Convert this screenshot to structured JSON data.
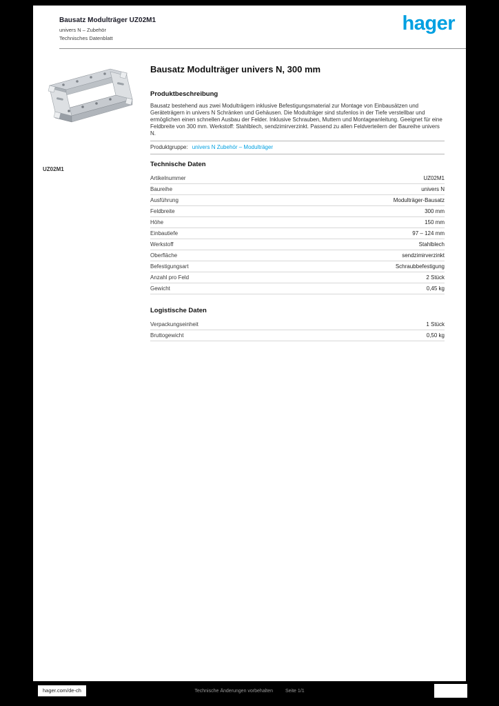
{
  "colors": {
    "brand": "#00a0e1",
    "paper": "#ffffff",
    "background": "#000000"
  },
  "header": {
    "line1": "Bausatz Modulträger UZ02M1",
    "line2": "univers N – Zubehör",
    "line3": "Technisches Datenblatt",
    "logo": "hager"
  },
  "photo": {
    "caption": "UZ02M1"
  },
  "main": {
    "title": "Bausatz Modulträger univers N, 300 mm",
    "description_heading": "Produktbeschreibung",
    "description": "Bausatz bestehend aus zwei Modulträgern inklusive Befestigungsmaterial zur Montage von Einbausätzen und Geräteträgern in univers N Schränken und Gehäusen. Die Modulträger sind stufenlos in der Tiefe verstellbar und ermöglichen einen schnellen Ausbau der Felder. Inklusive Schrauben, Muttern und Montageanleitung. Geeignet für eine Feldbreite von 300 mm. Werkstoff: Stahlblech, sendzimirverzinkt. Passend zu allen Feldverteilern der Baureihe univers N.",
    "link_label": "Produktgruppe:",
    "link_value": "univers N Zubehör – Modulträger",
    "tech_heading": "Technische Daten",
    "tech_rows": [
      {
        "label": "Artikelnummer",
        "value": "UZ02M1"
      },
      {
        "label": "Baureihe",
        "value": "univers N"
      },
      {
        "label": "Ausführung",
        "value": "Modulträger-Bausatz"
      },
      {
        "label": "Feldbreite",
        "value": "300 mm"
      },
      {
        "label": "Höhe",
        "value": "150 mm"
      },
      {
        "label": "Einbautiefe",
        "value": "97 – 124 mm"
      },
      {
        "label": "Werkstoff",
        "value": "Stahlblech"
      },
      {
        "label": "Oberfläche",
        "value": "sendzimirverzinkt"
      },
      {
        "label": "Befestigungsart",
        "value": "Schraubbefestigung"
      },
      {
        "label": "Anzahl pro Feld",
        "value": "2 Stück"
      },
      {
        "label": "Gewicht",
        "value": "0,45 kg"
      }
    ],
    "logistics_heading": "Logistische Daten",
    "logistics_rows": [
      {
        "label": "Verpackungseinheit",
        "value": "1 Stück"
      },
      {
        "label": "Bruttogewicht",
        "value": "0,50 kg"
      }
    ]
  },
  "footer": {
    "site": "hager.com/de-ch",
    "center_left": "Technische Änderungen vorbehalten",
    "center_right": "Seite 1/1"
  }
}
